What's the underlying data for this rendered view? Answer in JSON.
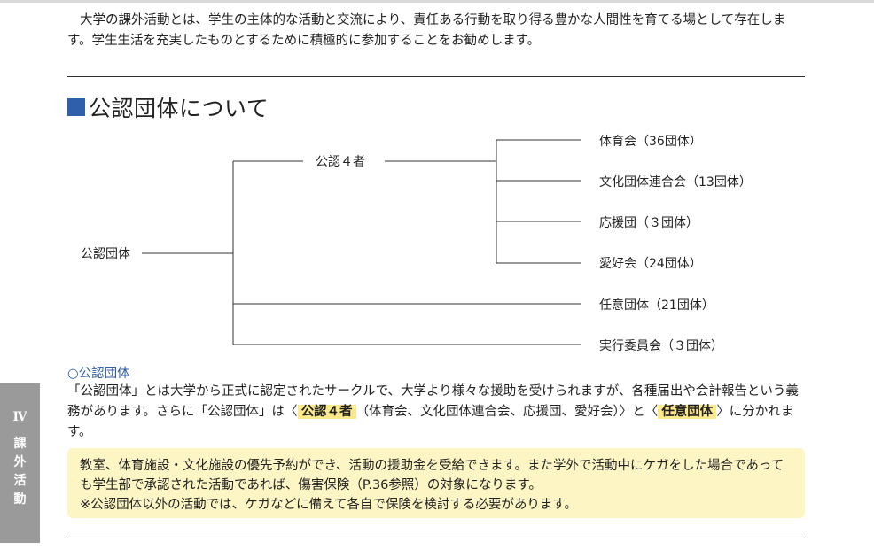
{
  "intro": "大学の課外活動とは、学生の主体的な活動と交流により、責任ある行動を取り得る豊かな人間性を育てる場として存在します。学生生活を充実したものとするために積極的に参加することをお勧めします。",
  "section_title": "公認団体について",
  "tree": {
    "root": "公認団体",
    "mid": "公認４者",
    "leaves": [
      "体育会（36団体）",
      "文化団体連合会（13団体）",
      "応援団（３団体）",
      "愛好会（24団体）"
    ],
    "branch2": "任意団体（21団体）",
    "branch3": "実行委員会（３団体）"
  },
  "subsection": {
    "heading": "○公認団体",
    "p_a": "「公認団体」とは大学から正式に認定されたサークルで、大学より様々な援助を受けられますが、各種届出や会計報告という義務があります。さらに「公認団体」は〈",
    "hl1": "公認４者",
    "p_b": "（体育会、文化団体連合会、応援団、愛好会）〉と〈",
    "hl2": "任意団体",
    "p_c": "〉に分かれます。"
  },
  "note": {
    "line1": "教室、体育施設・文化施設の優先予約ができ、活動の援助金を受給できます。また学外で活動中にケガをした場合であっても学生部で承認された活動であれば、傷害保険（P.36参照）の対象になります。",
    "line2": "※公認団体以外の活動では、ケガなどに備えて各自で保険を検討する必要があります。"
  },
  "side_tab": {
    "number": "Ⅳ",
    "chars": [
      "課",
      "外",
      "活",
      "動"
    ]
  },
  "colors": {
    "accent": "#2f5fa8",
    "highlight": "#fbe98c",
    "note_bg": "#fdf5c4",
    "tab_bg": "#9a9a9a"
  }
}
